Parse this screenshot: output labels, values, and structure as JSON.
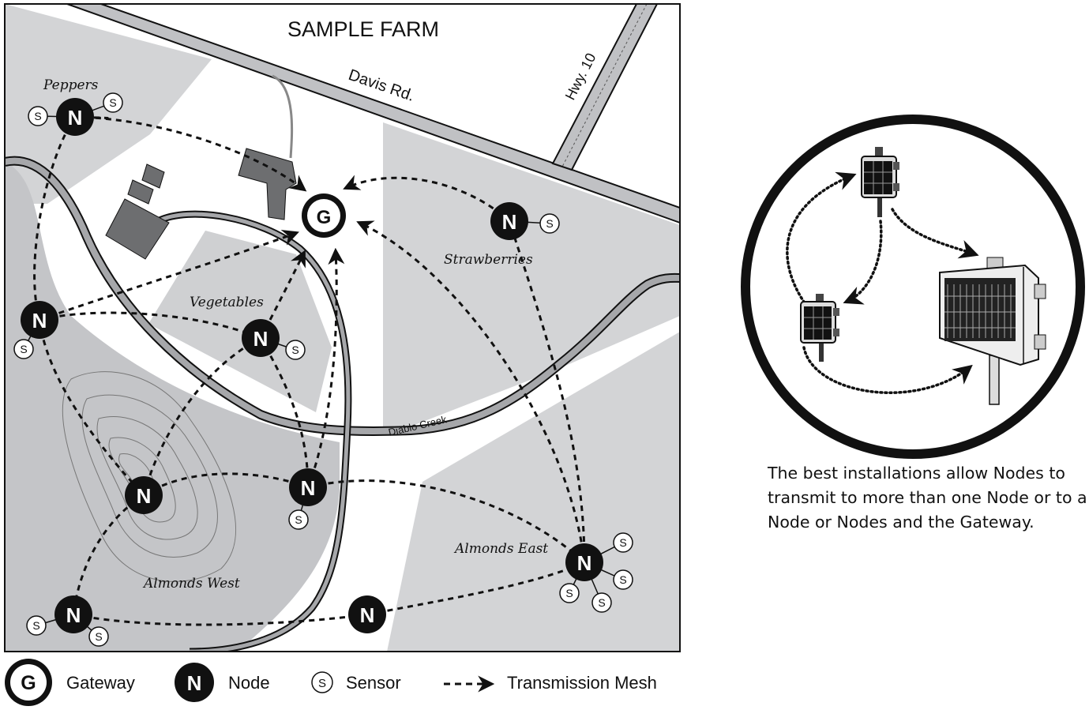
{
  "map": {
    "title": "SAMPLE FARM",
    "roads": {
      "davis": "Davis Rd.",
      "hwy": "Hwy. 10",
      "creek": "Diablo Creek"
    },
    "fields": {
      "peppers": "Peppers",
      "vegetables": "Vegetables",
      "strawberries": "Strawberries",
      "almonds_west": "Almonds West",
      "almonds_east": "Almonds East"
    },
    "gateway_symbol": "G",
    "node_symbol": "N",
    "sensor_symbol": "S"
  },
  "legend": {
    "gateway_label": "Gateway",
    "node_label": "Node",
    "sensor_label": "Sensor",
    "mesh_label": "Transmission Mesh"
  },
  "inset": {
    "caption": "The best installations allow Nodes to transmit to more than one Node or to a Node or Nodes and the Gateway."
  },
  "colors": {
    "field": "#d3d4d6",
    "dark_field": "#bfc0c3",
    "building": "#6d6e70",
    "road": "#c0c1c4",
    "ink": "#111111"
  }
}
